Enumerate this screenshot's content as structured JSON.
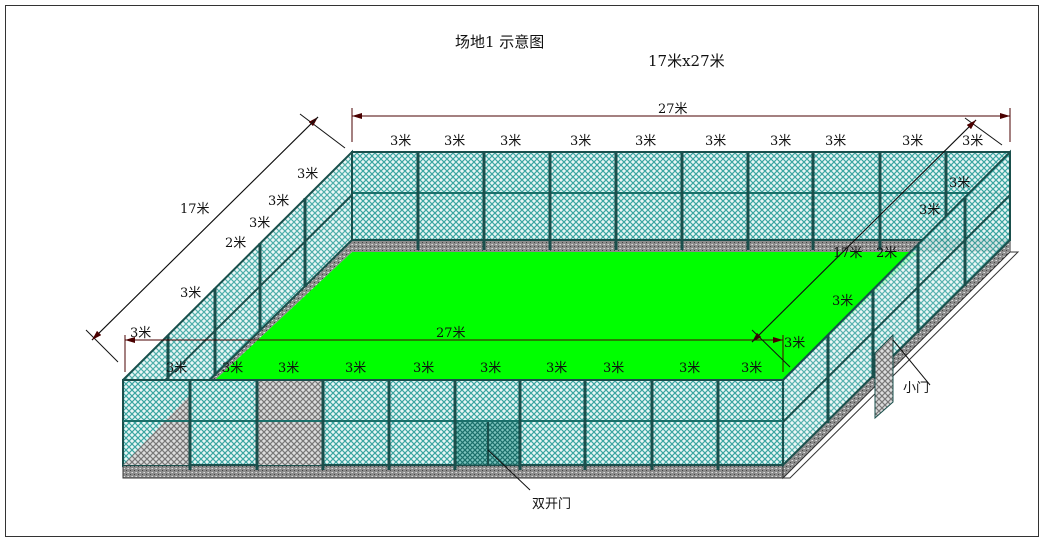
{
  "title": "场地1  示意图",
  "size_label": "17米x27米",
  "dimensions": {
    "length_top": "27米",
    "length_front": "27米",
    "width_left": "17米",
    "width_right": "17米"
  },
  "back_panel_labels": [
    "3米",
    "3米",
    "3米",
    "3米",
    "3米",
    "3米",
    "3米",
    "3米",
    "3米",
    "3米"
  ],
  "front_panel_labels": [
    "3米",
    "3米",
    "3米",
    "3米",
    "3米",
    "3米",
    "3米",
    "3米",
    "3米",
    "3米"
  ],
  "left_side_labels": [
    "3米",
    "3米",
    "3米",
    "2米",
    "3米",
    "3米"
  ],
  "right_side_labels": [
    "3米",
    "3米",
    "2米",
    "3米",
    "3米"
  ],
  "callouts": {
    "small_door": "小门",
    "double_door": "双开门"
  },
  "colors": {
    "turf": "#00ff00",
    "fence": "#1a6f6a",
    "mesh": "#4fb3b0",
    "gravel": "#8c8c8c",
    "dim_line": "#4a0000"
  }
}
